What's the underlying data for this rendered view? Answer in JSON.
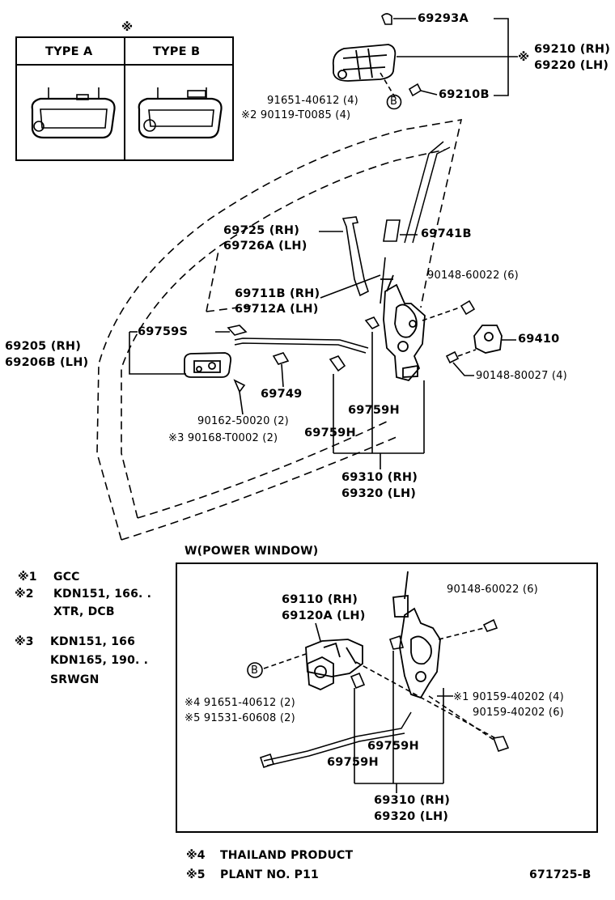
{
  "colors": {
    "line": "#000000",
    "background": "#ffffff"
  },
  "type_table": {
    "marker": "※",
    "type_a": "TYPE A",
    "type_b": "TYPE B"
  },
  "upper_labels": {
    "p69293A": "69293A",
    "marker_69210": "※",
    "p69210": "69210 (RH)",
    "p69220": "69220 (LH)",
    "p91651_top": "91651-40612 (4)",
    "p90119": "※2 90119-T0085 (4)",
    "p69210B": "69210B",
    "circle_b_top": "B",
    "p69725": "69725  (RH)",
    "p69726A": "69726A (LH)",
    "p69741B": "69741B",
    "p90148_top": "90148-60022 (6)",
    "p69711B": "69711B (RH)",
    "p69712A": "69712A (LH)",
    "p69410": "69410",
    "p69759S": "69759S",
    "p69205": "69205  (RH)",
    "p69206B": "69206B (LH)",
    "p90148_80027": "90148-80027 (4)",
    "p69749": "69749",
    "p69759H_a": "69759H",
    "p90162": "90162-50020 (2)",
    "p90168": "※3  90168-T0002 (2)",
    "p69759H_b": "69759H",
    "p69310": "69310 (RH)",
    "p69320": "69320 (LH)"
  },
  "power_window": {
    "title": "W(POWER WINDOW)",
    "p69110": "69110  (RH)",
    "p69120A": "69120A (LH)",
    "p90148": "90148-60022 (6)",
    "circle_b": "B",
    "p91651": "※4  91651-40612 (2)",
    "p91531": "※5  91531-60608 (2)",
    "p90159_a": "※1 90159-40202 (4)",
    "p90159_b": "90159-40202 (6)",
    "p69759H_a": "69759H",
    "p69759H_b": "69759H",
    "p69310": "69310 (RH)",
    "p69320": "69320 (LH)"
  },
  "notes": {
    "n1_mark": "※1",
    "n1_text": "GCC",
    "n2_mark": "※2",
    "n2_text1": "KDN151, 166. .",
    "n2_text2": "XTR, DCB",
    "n3_mark": "※3",
    "n3_text1": "KDN151, 166",
    "n3_text2": "KDN165, 190. .",
    "n3_text3": "SRWGN"
  },
  "footer": {
    "f4_mark": "※4",
    "f4_text": "THAILAND PRODUCT",
    "f5_mark": "※5",
    "f5_text": "PLANT NO. P11",
    "code": "671725-B"
  },
  "icons": [
    "door-outline",
    "outside-handle-icon",
    "lock-assembly-icon",
    "rod-icon",
    "clip-icon",
    "screw-icon",
    "striker-icon"
  ]
}
